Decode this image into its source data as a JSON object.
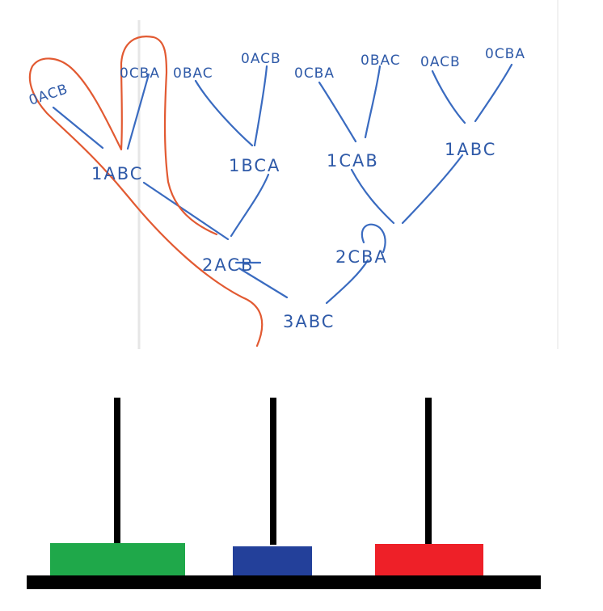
{
  "tree": {
    "root": "3ABC",
    "level2": [
      "2ACB",
      "2CBA"
    ],
    "level1": [
      "1ABC",
      "1BCA",
      "1CAB",
      "1ABC"
    ],
    "leaves": [
      "0ACB",
      "0CBA",
      "0BAC",
      "0ACB",
      "0CBA",
      "0BAC",
      "0ACB",
      "0CBA"
    ]
  },
  "hanoi": {
    "disks": [
      {
        "name": "green-disk",
        "color": "#1fa84a"
      },
      {
        "name": "blue-disk",
        "color": "#23409a"
      },
      {
        "name": "red-disk",
        "color": "#ee2028"
      }
    ],
    "rod_color": "#000000",
    "base_color": "#000000"
  }
}
